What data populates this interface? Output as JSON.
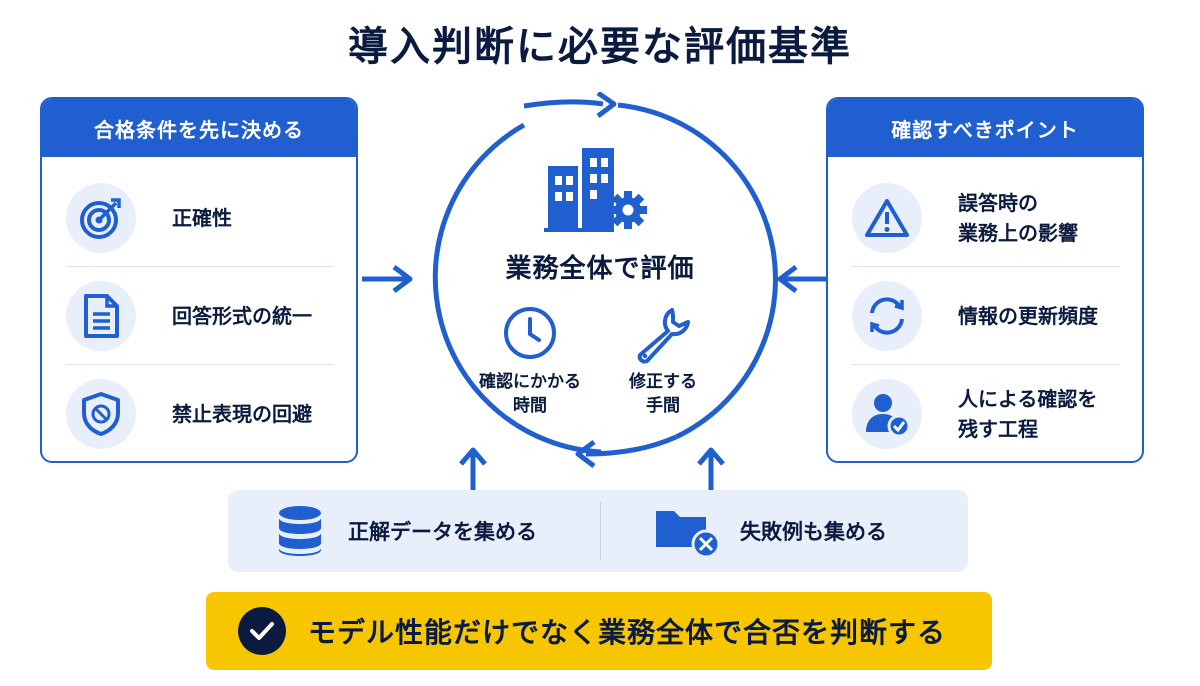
{
  "title": "導入判断に必要な評価基準",
  "left_panel": {
    "header": "合格条件を先に決める",
    "items": [
      {
        "label": "正確性",
        "icon": "target-icon"
      },
      {
        "label": "回答形式の統一",
        "icon": "document-icon"
      },
      {
        "label": "禁止表現の回避",
        "icon": "shield-icon"
      }
    ]
  },
  "right_panel": {
    "header": "確認すべきポイント",
    "items": [
      {
        "line1": "誤答時の",
        "line2": "業務上の影響",
        "icon": "warning-icon"
      },
      {
        "line1": "情報の更新頻度",
        "line2": "",
        "icon": "refresh-icon"
      },
      {
        "line1": "人による確認を",
        "line2": "残す工程",
        "icon": "user-check-icon"
      }
    ]
  },
  "center": {
    "title": "業務全体で評価",
    "left_sub": {
      "line1": "確認にかかる",
      "line2": "時間",
      "icon": "clock-icon"
    },
    "right_sub": {
      "line1": "修正する",
      "line2": "手間",
      "icon": "wrench-icon"
    },
    "top_icon": "building-gear-icon"
  },
  "bottom": {
    "left": {
      "label": "正解データを集める",
      "icon": "database-icon"
    },
    "right": {
      "label": "失敗例も集める",
      "icon": "folder-x-icon"
    }
  },
  "conclusion": {
    "label": "モデル性能だけでなく業務全体で合否を判断する",
    "icon": "check-circle-icon"
  },
  "colors": {
    "primary": "#1f5fd0",
    "light": "#e8effb",
    "navy": "#0b1b3f",
    "accent_yellow": "#f7c600"
  }
}
